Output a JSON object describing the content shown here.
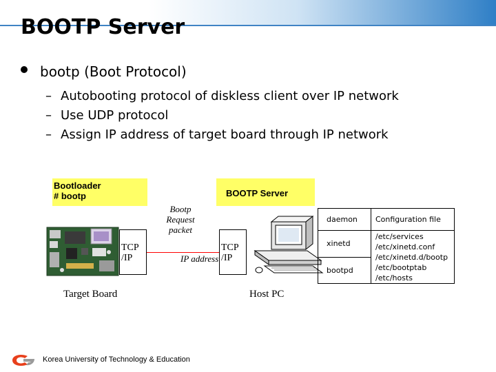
{
  "slide": {
    "title": "BOOTP Server",
    "bullet": "bootp (Boot Protocol)",
    "sub_dash": "–",
    "sub_items": [
      "Autobooting protocol of diskless client over IP network",
      "Use UDP protocol",
      "Assign IP address of target board through IP network"
    ]
  },
  "diagram": {
    "bootloader_line1": "Bootloader",
    "bootloader_line2": "# bootp",
    "server_label": "BOOTP Server",
    "tcp_left_line1": "TCP",
    "tcp_left_line2": "/IP",
    "tcp_right_line1": "TCP",
    "tcp_right_line2": "/IP",
    "request_line1": "Bootp",
    "request_line2": "Request",
    "request_line3": "packet",
    "ip_address": "IP address",
    "target_board": "Target Board",
    "host_pc": "Host PC",
    "arrow_color": "#ff0000",
    "highlight_color": "#ffff66"
  },
  "config_table": {
    "header_key": "daemon",
    "header_val": "Configuration file",
    "rows": [
      {
        "daemon": "xinetd",
        "files": [
          "/etc/services",
          "/etc/xinetd.conf",
          "/etc/xinetd.d/bootp"
        ]
      },
      {
        "daemon": "bootpd",
        "files": [
          "/etc/bootptab",
          "/etc/hosts"
        ]
      }
    ]
  },
  "footer": {
    "org": "Korea University of Technology & Education",
    "logo_icon": "university-logo-icon"
  },
  "colors": {
    "header_accent": "#3f83c4",
    "logo_red": "#e8401c",
    "logo_gray": "#9a9a9a"
  }
}
